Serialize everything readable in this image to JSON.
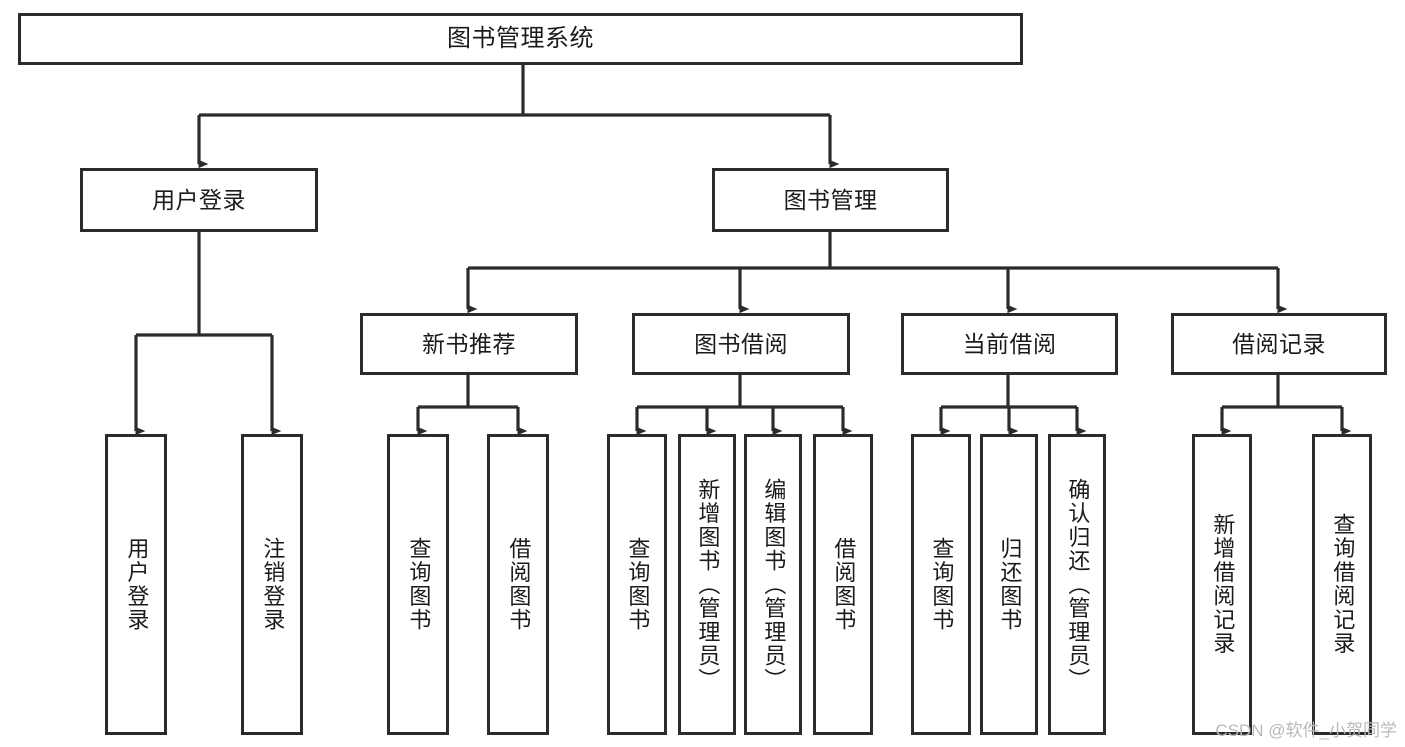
{
  "diagram": {
    "title": "图书管理系统",
    "type": "tree-hierarchy",
    "stroke_color": "#2b2b2b",
    "fill_color": "#ffffff",
    "text_color": "#1b1b1b"
  },
  "watermark": {
    "text": "CSDN @软件_小贺同学",
    "color": "#b9b9b9"
  },
  "nodes": {
    "root": {
      "label": "图书管理系统"
    },
    "level2": [
      {
        "label": "用户登录"
      },
      {
        "label": "图书管理"
      }
    ],
    "level3": [
      {
        "label": "新书推荐"
      },
      {
        "label": "图书借阅"
      },
      {
        "label": "当前借阅"
      },
      {
        "label": "借阅记录"
      }
    ],
    "leaves": {
      "user_login": [
        {
          "label": "用户登录"
        },
        {
          "label": "注销登录"
        }
      ],
      "new_book_recommend": [
        {
          "label": "查询图书"
        },
        {
          "label": "借阅图书"
        }
      ],
      "book_borrow": [
        {
          "label": "查询图书"
        },
        {
          "label": "新增图书（管理员）"
        },
        {
          "label": "编辑图书（管理员）"
        },
        {
          "label": "借阅图书"
        }
      ],
      "current_borrow": [
        {
          "label": "查询图书"
        },
        {
          "label": "归还图书"
        },
        {
          "label": "确认归还（管理员）"
        }
      ],
      "borrow_record": [
        {
          "label": "新增借阅记录"
        },
        {
          "label": "查询借阅记录"
        }
      ]
    }
  }
}
